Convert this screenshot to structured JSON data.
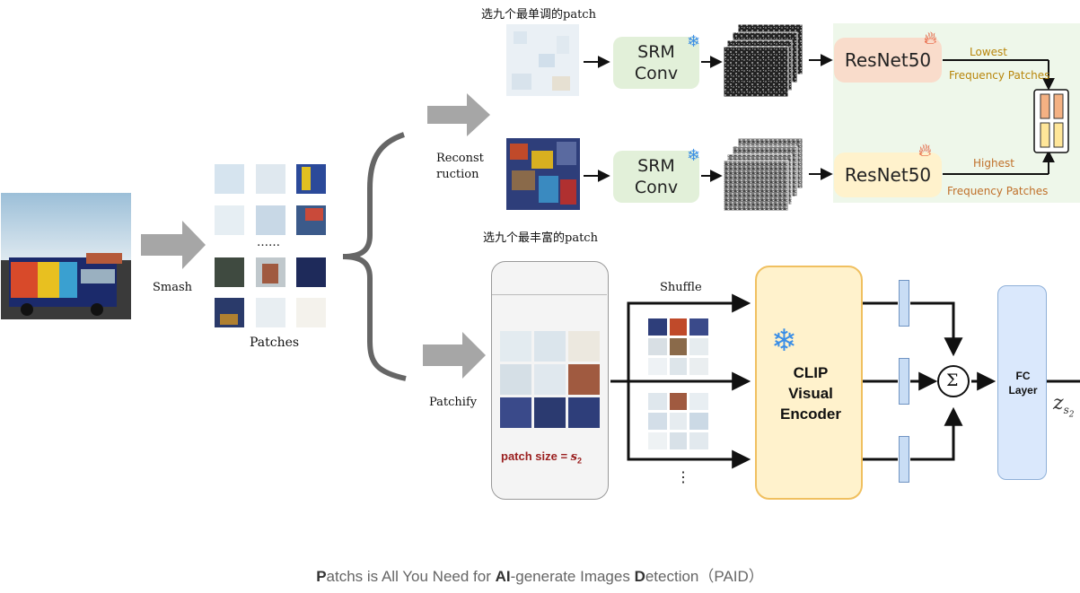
{
  "top": {
    "monotone_label": "选九个最单调的patch",
    "rich_label": "选九个最丰富的patch",
    "srm_top": [
      "SRM",
      "Conv"
    ],
    "srm_bottom": [
      "SRM",
      "Conv"
    ],
    "resnet_top": "ResNet50",
    "resnet_bottom": "ResNet50",
    "lowest": "Lowest",
    "lowest_sub": "Frequency Patches",
    "highest": "Highest",
    "highest_sub": "Frequency Patches"
  },
  "left": {
    "smash_label": "Smash",
    "patches_label": "Patches",
    "dots": "……",
    "reconstruction_label": [
      "Reconst",
      "ruction"
    ],
    "patchify_label": "Patchify"
  },
  "bottom": {
    "shuffle_label": "Shuffle",
    "patch_size_label": "patch size = ",
    "patch_size_symbol": "s",
    "patch_size_sub": "2",
    "clip_label": [
      "CLIP",
      "Visual",
      "Encoder"
    ],
    "sum_symbol": "Σ",
    "fc_label": [
      "FC",
      "Layer"
    ],
    "output_symbol": "z",
    "output_sub": "s",
    "output_subsub": "2",
    "vdots": "⋮"
  },
  "caption": {
    "parts": [
      {
        "text": "P",
        "bold": true
      },
      {
        "text": "atchs is All You Need for ",
        "bold": false
      },
      {
        "text": "AI",
        "bold": true
      },
      {
        "text": "-generate Images ",
        "bold": false
      },
      {
        "text": "D",
        "bold": true
      },
      {
        "text": "etection（PAID）",
        "bold": false
      }
    ]
  },
  "colors": {
    "srm_bg": "#e2f0d9",
    "resnet_top_bg": "#f9dccb",
    "resnet_bottom_bg": "#fff2cc",
    "clip_bg": "#fff2cc",
    "fc_bg": "#dae8fc",
    "label_gold": "#b8860b",
    "label_brown": "#c0702a",
    "patch_size_color": "#9b2020"
  },
  "icons": [
    "snowflake-icon",
    "flame-icon",
    "arrow-icon",
    "brace-icon",
    "sum-icon"
  ]
}
